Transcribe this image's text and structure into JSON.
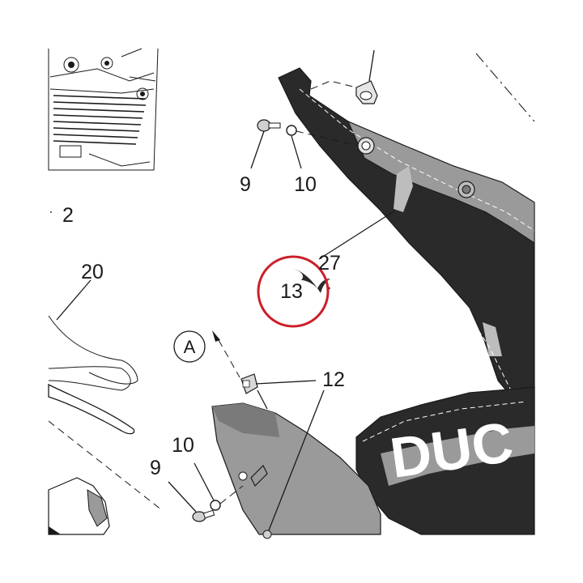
{
  "diagram": {
    "callouts": {
      "c9_top": "9",
      "c10_top": "10",
      "c2": "2",
      "c20": "20",
      "c27": "27",
      "c13": "13",
      "c12": "12",
      "c10_bottom": "10",
      "c9_bottom": "9"
    },
    "reference_letter": "A",
    "brand_text": "DUC",
    "highlight_color": "#cc1f2a",
    "fairing_dark_color": "#2a2a2a",
    "fairing_grey_color": "#9a9a9a"
  }
}
